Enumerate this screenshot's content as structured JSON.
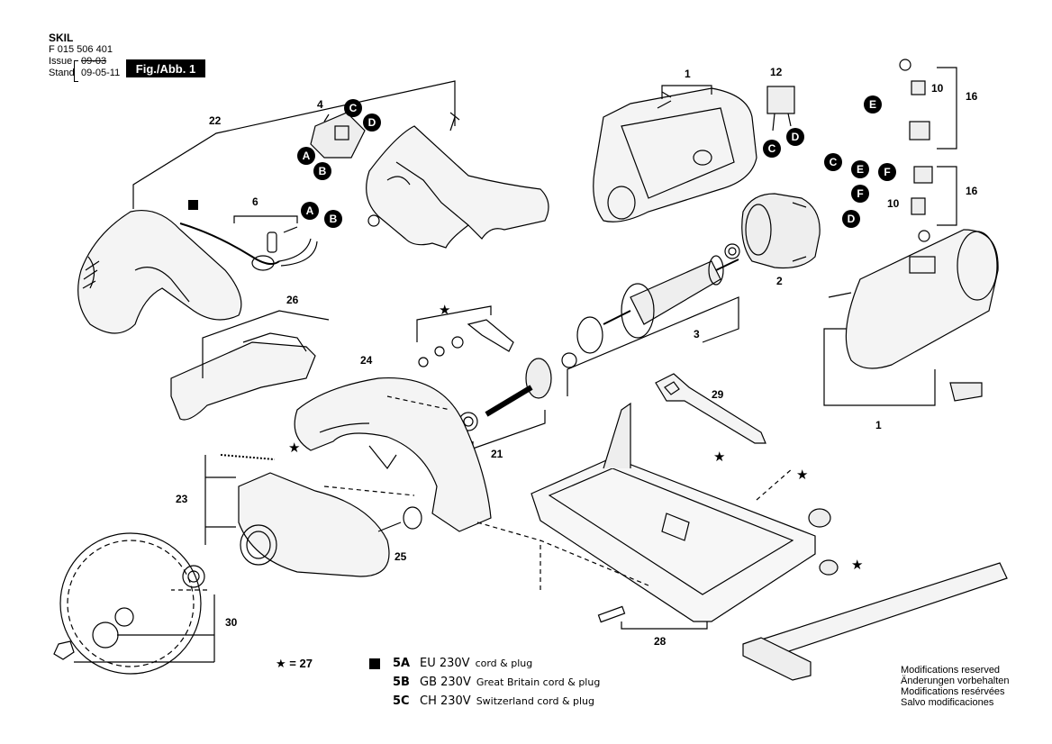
{
  "header": {
    "brand": "SKIL",
    "part_number": "F 015 506 401",
    "issue_label": "Issue",
    "issue_date": "09-03",
    "stand_label": "Stand",
    "stand_date": "09-05-11",
    "fig_label": "Fig./Abb. 1"
  },
  "callouts": {
    "c1_top": "1",
    "c1_bottom": "1",
    "c2": "2",
    "c3": "3",
    "c4": "4",
    "c6": "6",
    "c10_a": "10",
    "c10_b": "10",
    "c12": "12",
    "c16_a": "16",
    "c16_b": "16",
    "c21": "21",
    "c22": "22",
    "c23": "23",
    "c24": "24",
    "c25": "25",
    "c26": "26",
    "c28": "28",
    "c29": "29",
    "c30": "30"
  },
  "markers": {
    "A": "A",
    "B": "B",
    "C": "C",
    "D": "D",
    "E": "E",
    "F": "F"
  },
  "star_note": "★ = 27",
  "legend": [
    {
      "code": "5A",
      "voltage": "EU 230V",
      "desc": "cord & plug",
      "square": true
    },
    {
      "code": "5B",
      "voltage": "GB 230V",
      "desc": "Great Britain cord & plug",
      "square": false
    },
    {
      "code": "5C",
      "voltage": "CH 230V",
      "desc": "Switzerland cord & plug",
      "square": false
    }
  ],
  "notes": [
    "Modifications reserved",
    "Änderungen vorbehalten",
    "Modifications resérvées",
    "Salvo modificaciones"
  ]
}
